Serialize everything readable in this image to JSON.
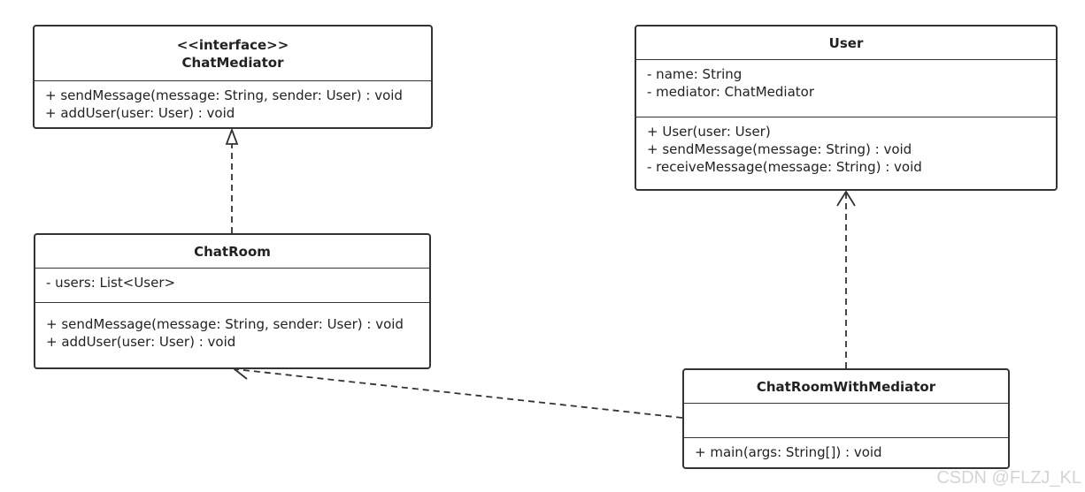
{
  "classes": {
    "chat_mediator": {
      "stereotype": "<<interface>>",
      "name": "ChatMediator",
      "methods": [
        "+ sendMessage(message: String, sender: User) : void",
        "+ addUser(user: User) : void"
      ]
    },
    "user": {
      "name": "User",
      "attributes": [
        "- name: String",
        "- mediator: ChatMediator"
      ],
      "methods": [
        "+ User(user: User)",
        "+ sendMessage(message: String) : void",
        "- receiveMessage(message: String) : void"
      ]
    },
    "chat_room": {
      "name": "ChatRoom",
      "attributes": [
        "- users:  List<User>"
      ],
      "methods": [
        "+ sendMessage(message: String, sender: User) : void",
        "+ addUser(user: User) : void"
      ]
    },
    "chat_room_with_mediator": {
      "name": "ChatRoomWithMediator",
      "attributes": [],
      "methods": [
        "+ main(args: String[]) : void"
      ]
    }
  },
  "relations": [
    {
      "from": "ChatRoom",
      "to": "ChatMediator",
      "kind": "realization"
    },
    {
      "from": "ChatRoomWithMediator",
      "to": "User",
      "kind": "dependency"
    },
    {
      "from": "ChatRoomWithMediator",
      "to": "ChatRoom",
      "kind": "dependency"
    }
  ],
  "watermark": "CSDN @FLZJ_KL",
  "colors": {
    "border": "#333333",
    "text": "#222222",
    "watermark": "#d4d4d4"
  }
}
